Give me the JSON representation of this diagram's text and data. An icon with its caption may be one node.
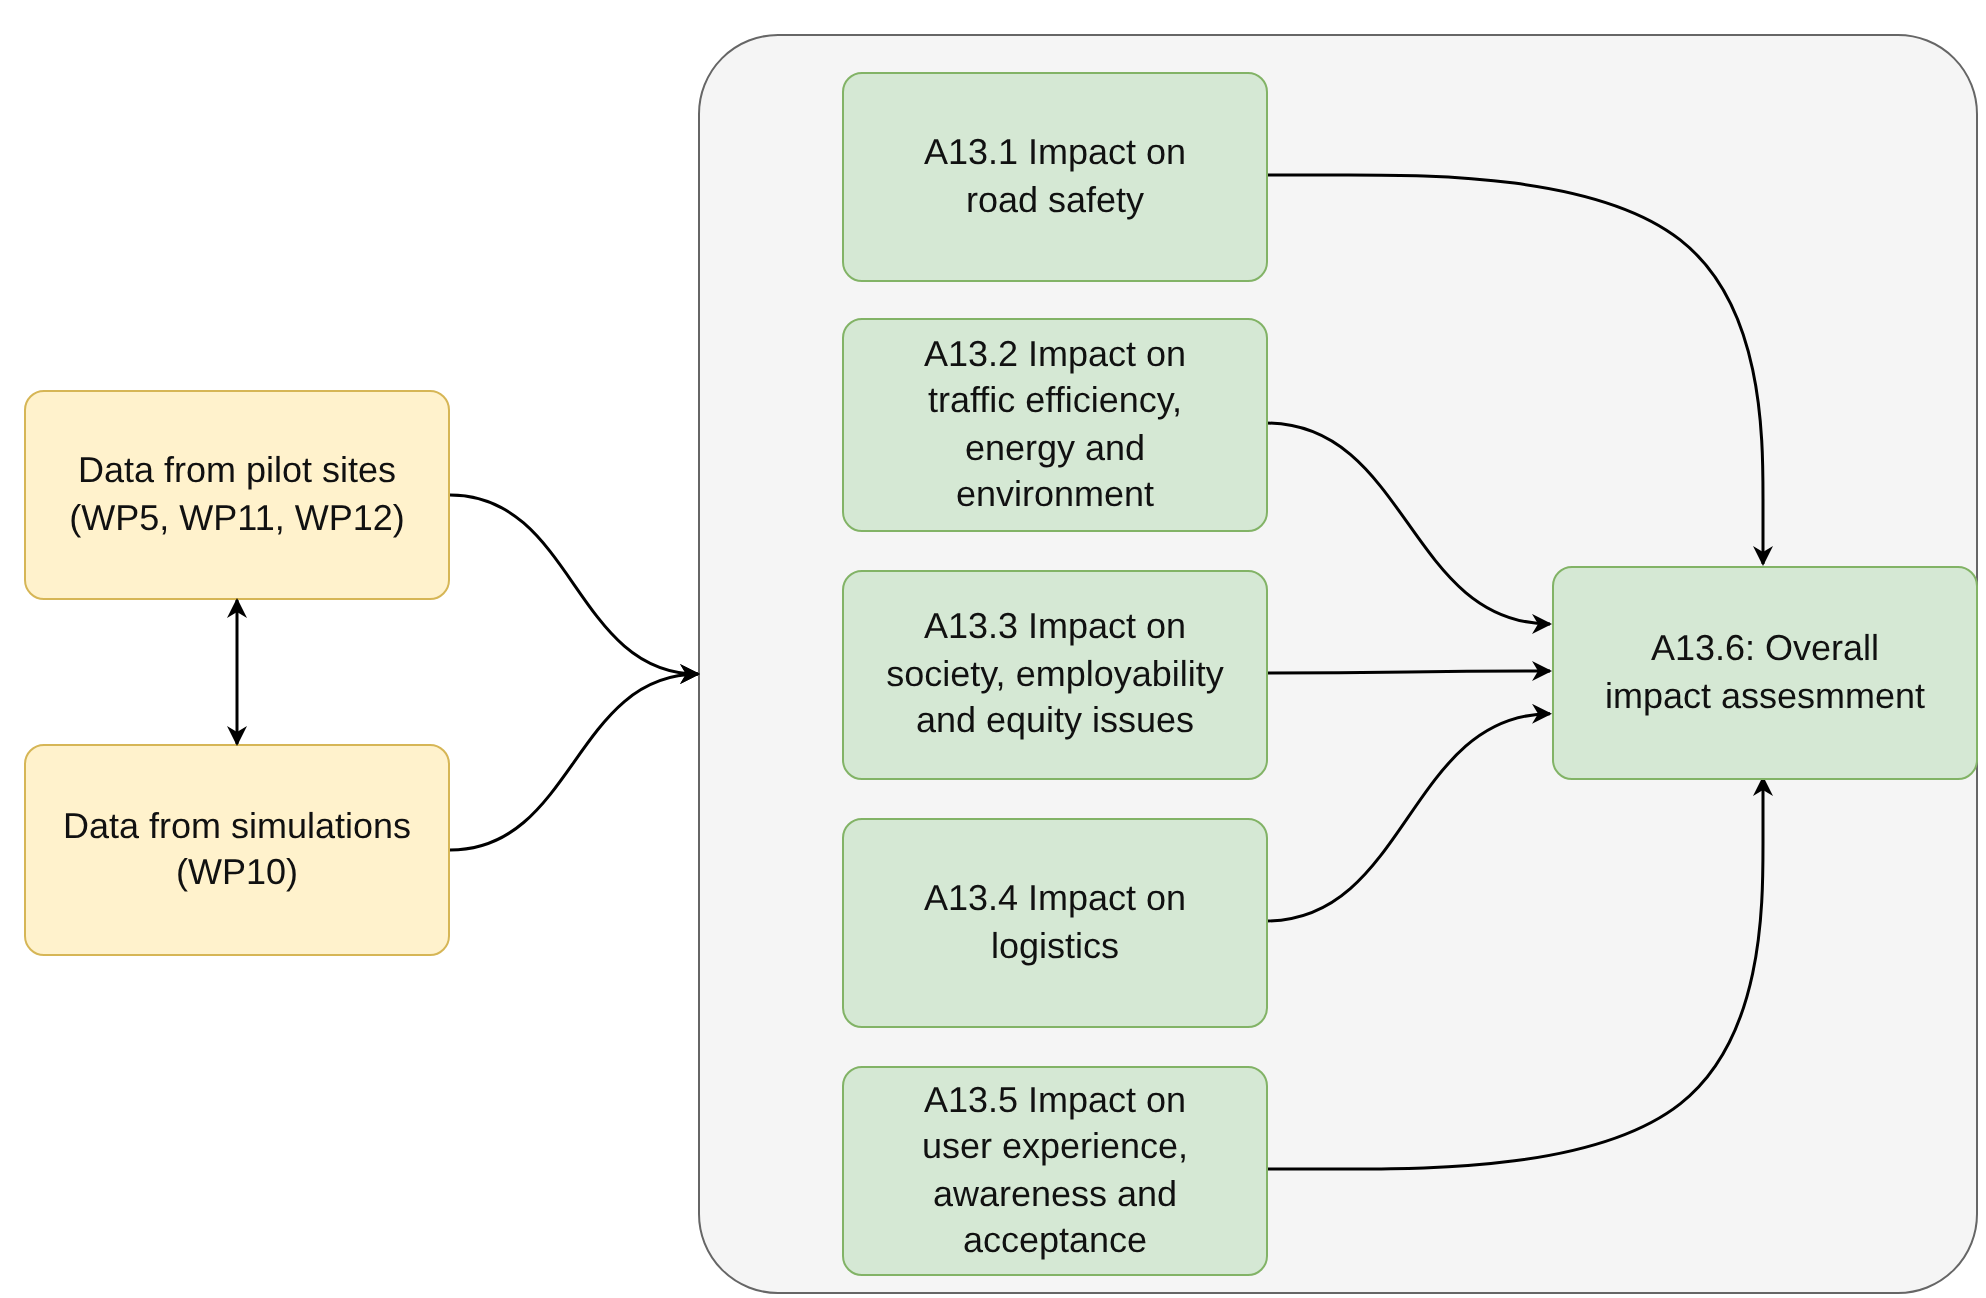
{
  "diagram": {
    "nodes": [
      {
        "text": [
          "Data from pilot sites (WP5, WP11, WP12)"
        ]
      },
      {
        "text": [
          "Data from simulations (WP10)"
        ]
      },
      {
        "text": [],
        "shape": "box"
      },
      {
        "text": [
          "A13.1 Impact on road safety"
        ],
        "in": 2
      },
      {
        "text": [
          "A13.2 Impact on traffic efficiency, energy and environment"
        ],
        "in": 2
      },
      {
        "text": [
          "A13.3 Impact on society, employability and equity issues"
        ],
        "in": 2
      },
      {
        "text": [
          "A13.4 Impact on logistics"
        ],
        "in": 2
      },
      {
        "text": [
          "A13.5 Impact on user experience, awareness and acceptance"
        ],
        "in": 2
      },
      {
        "text": [
          "A13.6: Overall impact assesmment"
        ],
        "in": 2
      }
    ],
    "edges": [
      {
        "from": 0,
        "to": 2,
        "arrow": "to"
      },
      {
        "from": 1,
        "to": 2,
        "arrow": "to"
      },
      {
        "from": 0,
        "to": 1,
        "arrow": "both"
      },
      {
        "from": 3,
        "to": 8,
        "arrow": "to"
      },
      {
        "from": 4,
        "to": 8,
        "arrow": "to"
      },
      {
        "from": 5,
        "to": 8,
        "arrow": "to"
      },
      {
        "from": 6,
        "to": 8,
        "arrow": "to"
      },
      {
        "from": 7,
        "to": 8,
        "arrow": "to"
      }
    ]
  }
}
